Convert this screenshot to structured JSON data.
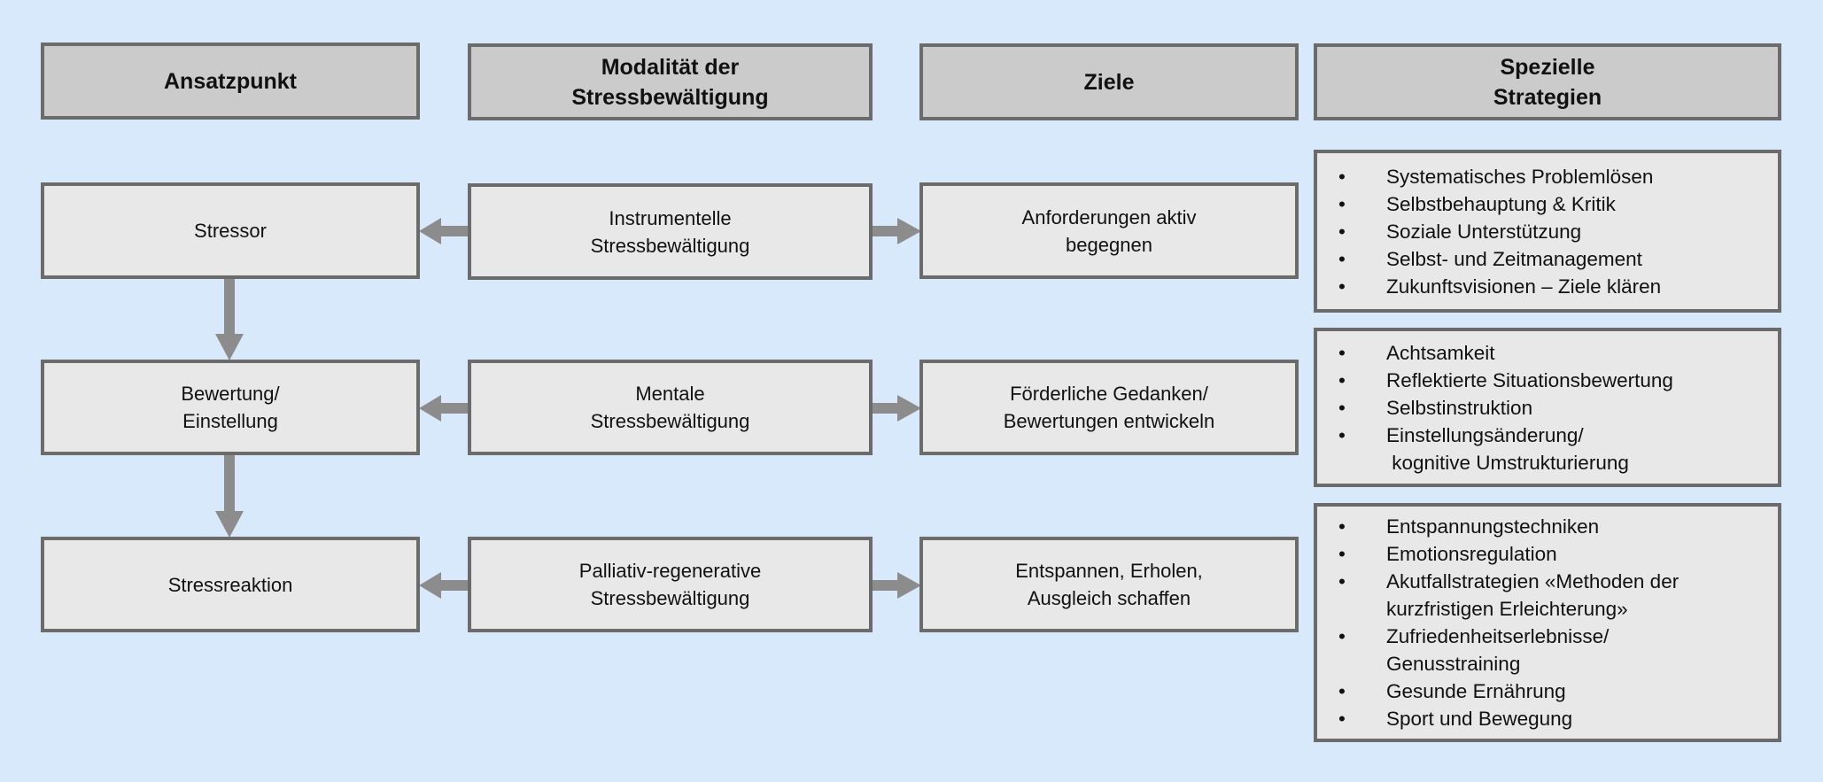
{
  "headers": {
    "ansatzpunkt": "Ansatzpunkt",
    "modalitaet": [
      "Modalität der",
      "Stressbewältigung"
    ],
    "ziele": "Ziele",
    "strategien": [
      "Spezielle",
      "Strategien"
    ]
  },
  "rows": [
    {
      "ansatzpunkt": [
        "Stressor"
      ],
      "modalitaet": [
        "Instrumentelle",
        "Stressbewältigung"
      ],
      "ziel": [
        "Anforderungen aktiv",
        "begegnen"
      ],
      "strategien": [
        "Systematisches Problemlösen",
        "Selbstbehauptung & Kritik",
        "Soziale Unterstützung",
        "Selbst- und Zeitmanagement",
        "Zukunftsvisionen – Ziele klären"
      ]
    },
    {
      "ansatzpunkt": [
        "Bewertung/",
        "Einstellung"
      ],
      "modalitaet": [
        "Mentale",
        "Stressbewältigung"
      ],
      "ziel": [
        "Förderliche Gedanken/",
        "Bewertungen entwickeln"
      ],
      "strategien": [
        "Achtsamkeit",
        "Reflektierte Situationsbewertung",
        "Selbstinstruktion",
        "Einstellungsänderung/\n kognitive Umstrukturierung"
      ]
    },
    {
      "ansatzpunkt": [
        "Stressreaktion"
      ],
      "modalitaet": [
        "Palliativ-regenerative",
        "Stressbewältigung"
      ],
      "ziel": [
        "Entspannen, Erholen,",
        "Ausgleich schaffen"
      ],
      "strategien": [
        "Entspannungstechniken",
        "Emotionsregulation",
        "Akutfallstrategien «Methoden der\nkurzfristigen Erleichterung»",
        "Zufriedenheitserlebnisse/\nGenusstraining",
        "Gesunde Ernährung",
        "Sport und Bewegung"
      ]
    }
  ],
  "bullet": "•",
  "colors": {
    "background": "#d8e9fc",
    "header_fill": "#cbcbcb",
    "box_fill": "#e8e8e8",
    "border": "#6b6b6b",
    "arrow": "#8c8c8c"
  }
}
